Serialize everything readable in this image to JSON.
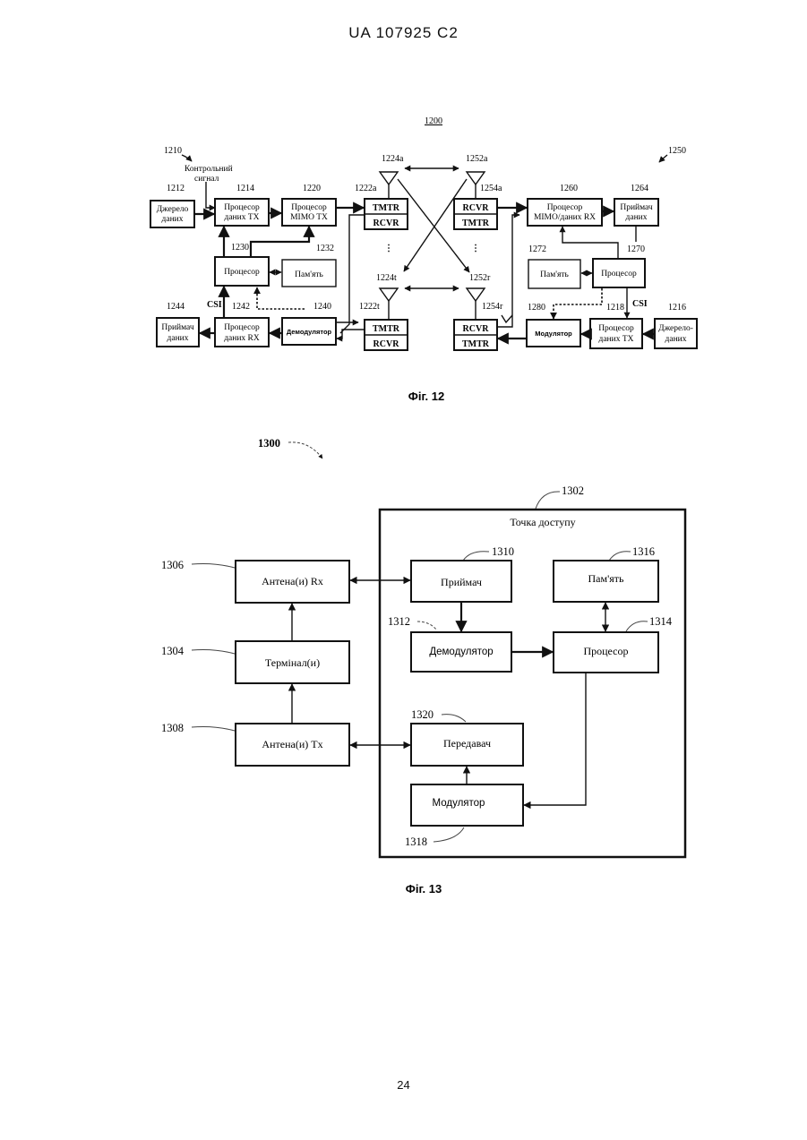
{
  "header": "UA   107925   C2",
  "page_number": "24",
  "fig12": {
    "caption": "Фіг. 12",
    "refs": {
      "r1200": "1200",
      "r1210": "1210",
      "r1250": "1250",
      "r1212": "1212",
      "r1214": "1214",
      "r1220": "1220",
      "r1222a": "1222a",
      "r1224a": "1224a",
      "r1252a": "1252a",
      "r1254a": "1254a",
      "r1260": "1260",
      "r1264": "1264",
      "r1230": "1230",
      "r1232": "1232",
      "r1272": "1272",
      "r1270": "1270",
      "r1224t": "1224t",
      "r1252r": "1252r",
      "r1244": "1244",
      "r1242": "1242",
      "r1240": "1240",
      "r1222t": "1222t",
      "r1254r": "1254r",
      "r1280": "1280",
      "r1218": "1218",
      "r1216": "1216"
    },
    "control_signal_1": "Контрольний",
    "control_signal_2": "сигнал",
    "csi_left": "CSI",
    "csi_right": "CSI",
    "blocks": {
      "source_left_1": "Джерело",
      "source_left_2": "даних",
      "tx_proc_1": "Процесор",
      "tx_proc_2": "даних ТХ",
      "mimo_tx_1": "Процесор",
      "mimo_tx_2": "MIMO TX",
      "tmtr_top": "TMTR",
      "rcvr_top": "RCVR",
      "rcvr_top_r": "RCVR",
      "tmtr_top_r": "TMTR",
      "mimo_rx_1": "Процесор",
      "mimo_rx_2": "MIMO/даних RX",
      "sink_right_1": "Приймач",
      "sink_right_2": "даних",
      "processor_left": "Процесор",
      "memory_left": "Пам'ять",
      "memory_right": "Пам'ять",
      "processor_right": "Процесор",
      "sink_left_1": "Приймач",
      "sink_left_2": "даних",
      "rx_proc_1": "Процесор",
      "rx_proc_2": "даних RX",
      "demod": "Демодулятор",
      "tmtr_bot": "TMTR",
      "rcvr_bot": "RCVR",
      "rcvr_bot_r": "RCVR",
      "tmtr_bot_r": "TMTR",
      "modulator": "Модулятор",
      "tx_proc_r_1": "Процесор",
      "tx_proc_r_2": "даних ТХ",
      "source_right_1": "Джерело-",
      "source_right_2": "даних"
    }
  },
  "fig13": {
    "caption": "Фіг. 13",
    "refs": {
      "r1300": "1300",
      "r1302": "1302",
      "r1306": "1306",
      "r1304": "1304",
      "r1308": "1308",
      "r1310": "1310",
      "r1316": "1316",
      "r1312": "1312",
      "r1314": "1314",
      "r1320": "1320",
      "r1318": "1318"
    },
    "access_point": "Точка доступу",
    "antenna_rx": "Антена(и) Rx",
    "terminal": "Термінал(и)",
    "antenna_tx": "Антена(и) Tx",
    "receiver": "Приймач",
    "memory": "Пам'ять",
    "demodulator": "Демодулятор",
    "processor": "Процесор",
    "transmitter": "Передавач",
    "modulator": "Модулятор"
  }
}
